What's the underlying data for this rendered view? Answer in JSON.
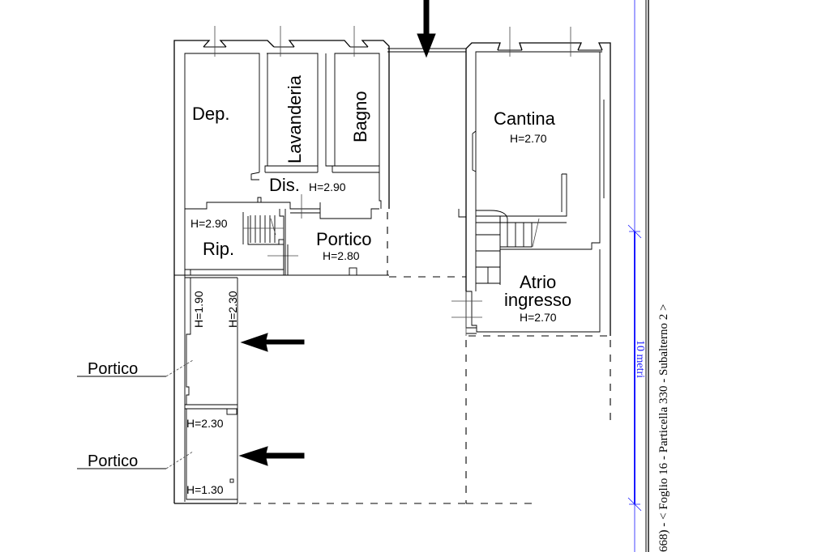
{
  "rooms": [
    {
      "name": "Dep.",
      "height": ""
    },
    {
      "name": "Lavanderia",
      "height": ""
    },
    {
      "name": "Bagno",
      "height": ""
    },
    {
      "name": "Dis.",
      "height": "H=2.90"
    },
    {
      "name": "Rip.",
      "height": "H=2.90"
    },
    {
      "name": "Portico",
      "height": "H=2.80"
    },
    {
      "name": "Cantina",
      "height": "H=2.70"
    },
    {
      "name": "Atrio",
      "name2": "ingresso",
      "height": "H=2.70"
    }
  ],
  "side_portico": {
    "upper": {
      "label": "Portico",
      "h_left": "H=1.90",
      "h_right": "H=2.30"
    },
    "lower": {
      "label": "Portico",
      "h_top": "H=2.30",
      "h_bottom": "H=1.30"
    }
  },
  "scale_bar": {
    "label": "10 metri",
    "color": "#1a1aff"
  },
  "cadastral_ref": "668) - < Foglio 16 - Particella  330 - Subalterno 2 >"
}
